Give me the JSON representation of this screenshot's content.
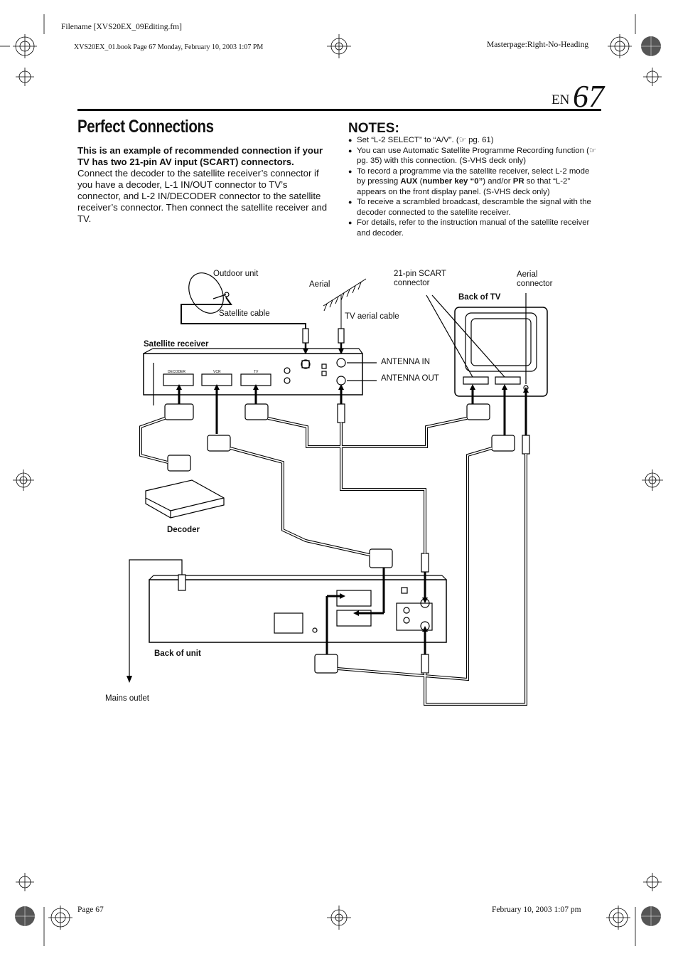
{
  "header": {
    "filename": "Filename [XVS20EX_09Editing.fm]",
    "book_info": "XVS20EX_01.book  Page 67  Monday, February 10, 2003  1:07 PM",
    "masterpage": "Masterpage:Right-No-Heading",
    "lang": "EN",
    "page_number": "67"
  },
  "section": {
    "title": "Perfect Connections",
    "intro_bold": "This is an example of recommended connection if your TV has two 21-pin AV input (SCART) connectors.",
    "intro_text": "Connect the decoder to the satellite receiver’s connector if you have a decoder, L-1 IN/OUT connector to TV’s connector, and L-2 IN/DECODER connector to the satellite receiver’s connector. Then connect the satellite receiver and TV."
  },
  "notes": {
    "heading": "NOTES:",
    "n1": {
      "a": "Set “L-2 SELECT” to “A/V”. (",
      "icon": "☞",
      "b": " pg. 61)"
    },
    "n2": {
      "a": "You can use Automatic Satellite Programme Recording function (",
      "icon": "☞",
      "b": " pg. 35) with this connection. (S-VHS deck only)"
    },
    "n3": {
      "a": "To record a programme via the satellite receiver, select L-2 mode by pressing ",
      "b1": "AUX",
      "c": " (",
      "b2": "number key “0”",
      "d": ") and/or ",
      "b3": "PR",
      "e": " so that “L-2” appears on the front display panel. (S-VHS deck only)"
    },
    "n4": "To receive a scrambled broadcast, descramble the signal with the decoder connected to the satellite receiver.",
    "n5": "For details, refer to the instruction manual of the satellite receiver and decoder."
  },
  "diagram": {
    "outdoor_unit": "Outdoor unit",
    "aerial": "Aerial",
    "scart_connector": "21-pin SCART connector",
    "aerial_connector": "Aerial connector",
    "back_of_tv": "Back of TV",
    "satellite_cable": "Satellite cable",
    "tv_aerial_cable": "TV aerial cable",
    "satellite_receiver": "Satellite receiver",
    "antenna_in": "ANTENNA IN",
    "antenna_out": "ANTENNA OUT",
    "decoder": "Decoder",
    "back_of_unit": "Back of unit",
    "mains_outlet": "Mains outlet",
    "rx_decoder": "DECODER",
    "rx_vcr": "VCR",
    "rx_tv": "TV"
  },
  "footer": {
    "page": "Page 67",
    "date": "February 10, 2003 1:07 pm"
  }
}
